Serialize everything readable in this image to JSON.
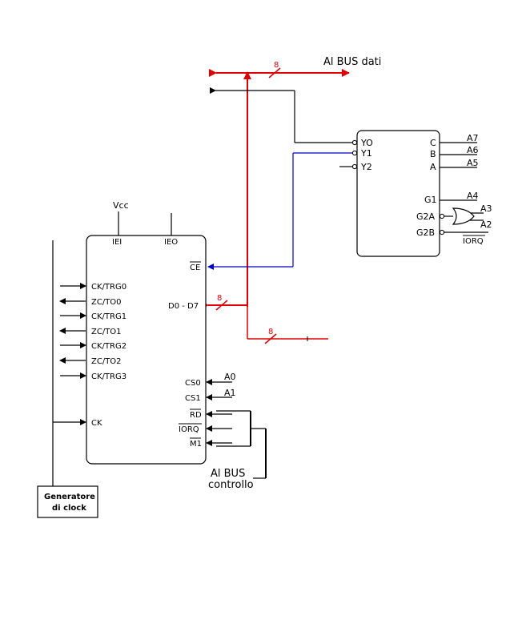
{
  "bus": {
    "data_label": "Al BUS dati",
    "control_label_1": "Al BUS",
    "control_label_2": "controllo",
    "width_label": "8"
  },
  "ctc": {
    "vcc": "Vcc",
    "iei": "IEI",
    "ieo": "IEO",
    "ce": "CE",
    "d0d7": "D0 - D7",
    "ck_trg0": "CK/TRG0",
    "zc_to0": "ZC/TO0",
    "ck_trg1": "CK/TRG1",
    "zc_to1": "ZC/TO1",
    "ck_trg2": "CK/TRG2",
    "zc_to2": "ZC/TO2",
    "ck_trg3": "CK/TRG3",
    "ck": "CK",
    "cs0": "CS0",
    "cs1": "CS1",
    "rd": "RD",
    "iorq": "IORQ",
    "m1": "M1",
    "a0": "A0",
    "a1": "A1"
  },
  "decoder": {
    "y0": "YO",
    "y1": "Y1",
    "y2": "Y2",
    "c": "C",
    "b": "B",
    "a": "A",
    "g1": "G1",
    "g2a": "G2A",
    "g2b": "G2B",
    "a7": "A7",
    "a6": "A6",
    "a5": "A5",
    "a4": "A4",
    "a3": "A3",
    "a2": "A2",
    "iorq": "IORQ"
  },
  "clock": {
    "line1": "Generatore",
    "line2": "di clock"
  },
  "colors": {
    "data_bus": "#e00000",
    "chip_select": "#0000c8",
    "wire": "#000000"
  }
}
